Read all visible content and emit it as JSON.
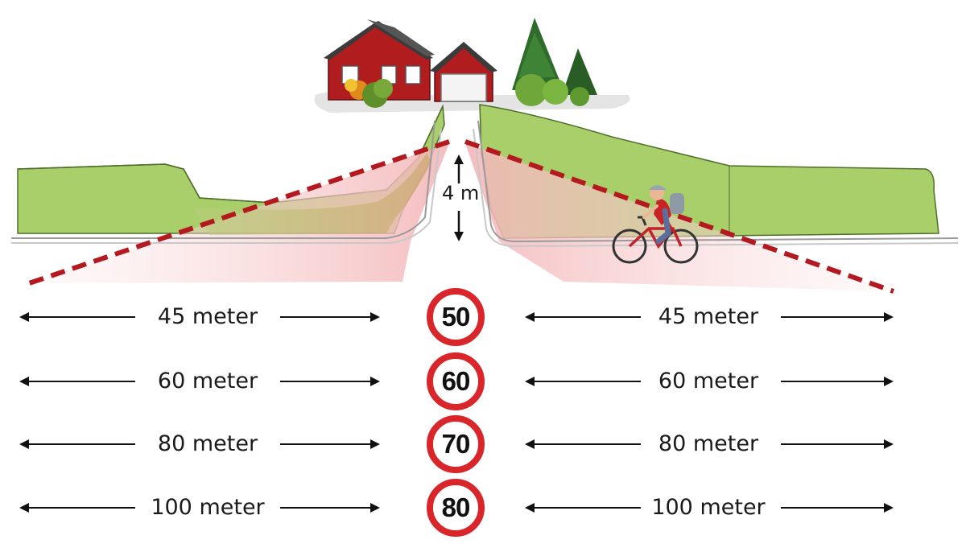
{
  "height_label": "4 m",
  "colors": {
    "sight_line": "#b3191e",
    "sign_border": "#d8262a",
    "grass": "#a8cf6a",
    "house": "#b11d1f"
  },
  "rows": [
    {
      "left_label": "45 meter",
      "speed": "50",
      "right_label": "45 meter"
    },
    {
      "left_label": "60 meter",
      "speed": "60",
      "right_label": "60 meter"
    },
    {
      "left_label": "80 meter",
      "speed": "70",
      "right_label": "80 meter"
    },
    {
      "left_label": "100 meter",
      "speed": "80",
      "right_label": "100 meter"
    }
  ]
}
